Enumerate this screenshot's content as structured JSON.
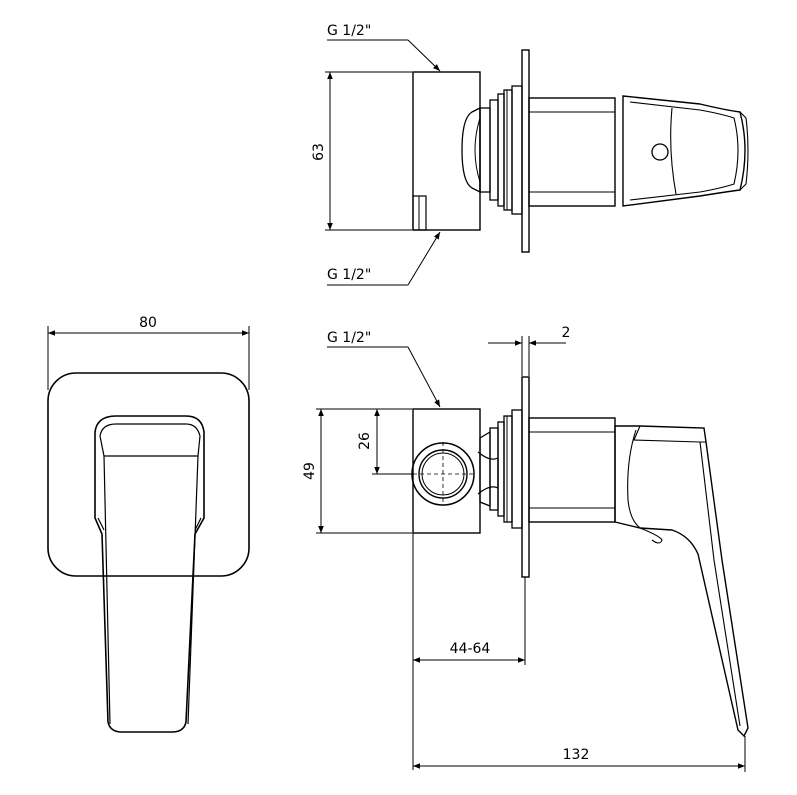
{
  "dimensions": {
    "top_thread_upper": "G 1/2\"",
    "top_thread_lower": "G 1/2\"",
    "top_height": "63",
    "front_width": "80",
    "side_thread": "G 1/2\"",
    "plate_thickness": "2",
    "side_outlet_height": "26",
    "side_body_height": "49",
    "install_depth": "44-64",
    "total_depth": "132"
  }
}
